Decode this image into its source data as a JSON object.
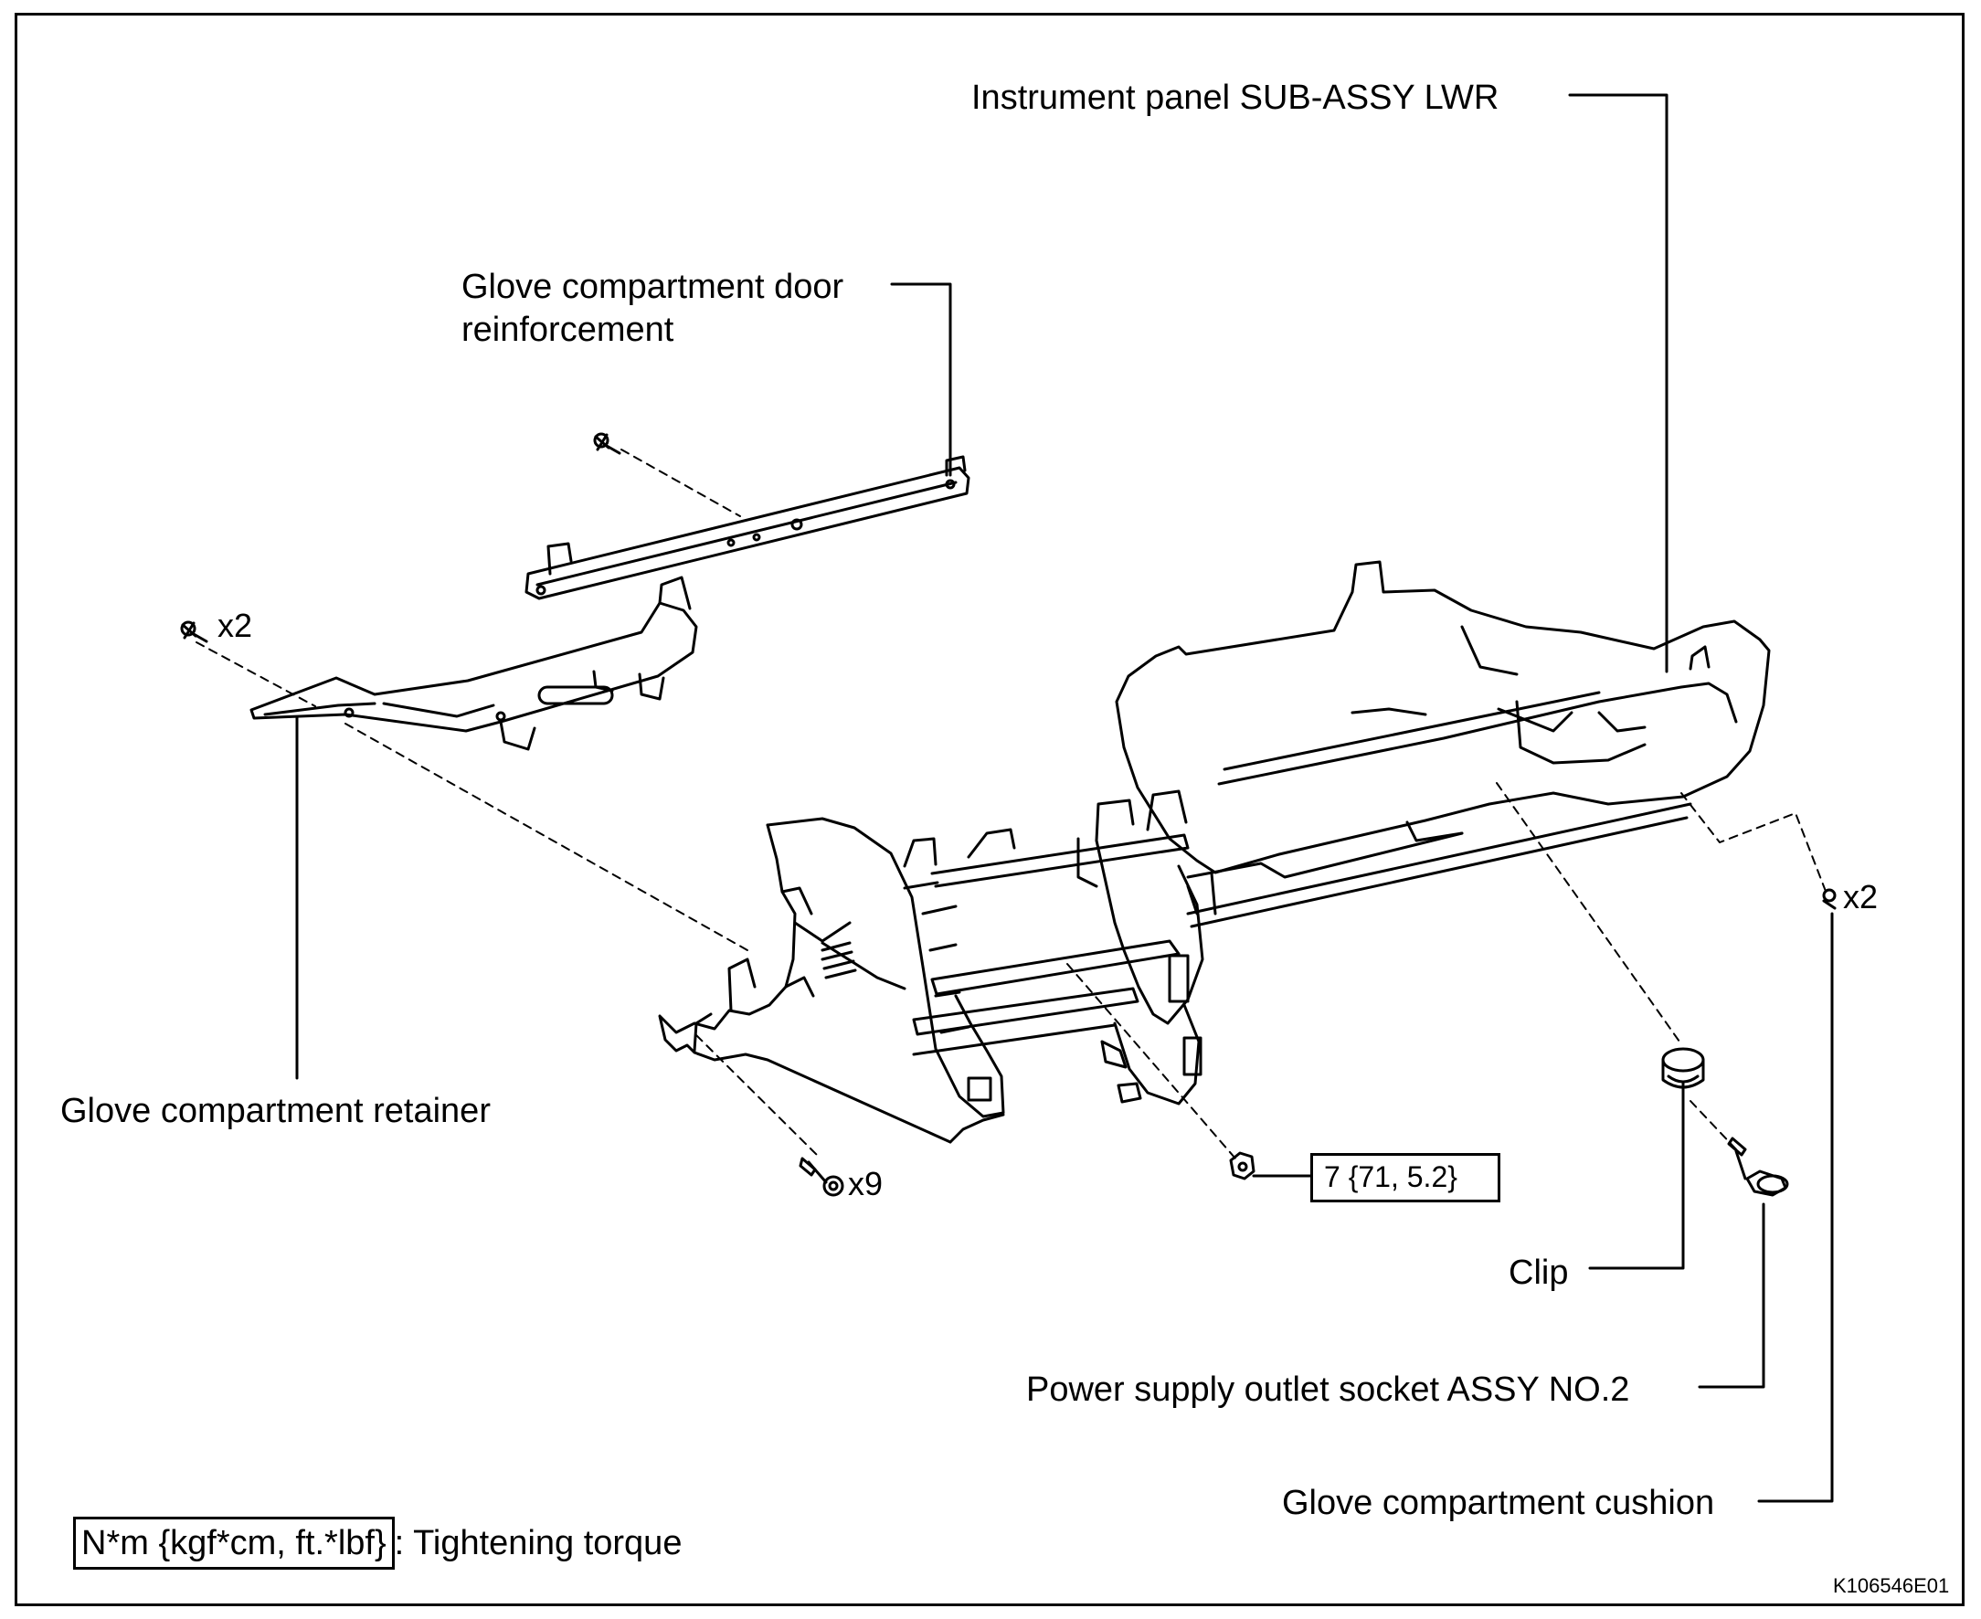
{
  "labels": {
    "instrument_panel": "Instrument panel SUB-ASSY LWR",
    "door_reinf_line1": "Glove compartment door",
    "door_reinf_line2": "reinforcement",
    "retainer": "Glove compartment retainer",
    "clip": "Clip",
    "power_socket": "Power supply outlet socket ASSY NO.2",
    "cushion": "Glove compartment cushion"
  },
  "quantities": {
    "retainer_screws": "x2",
    "cushion_qty": "x2",
    "bolts": "x9"
  },
  "torque_value": "7 {71, 5.2}",
  "legend": {
    "unit_box": "N*m {kgf*cm, ft.*lbf}",
    "suffix": ": Tightening  torque"
  },
  "figure_id": "K106546E01"
}
